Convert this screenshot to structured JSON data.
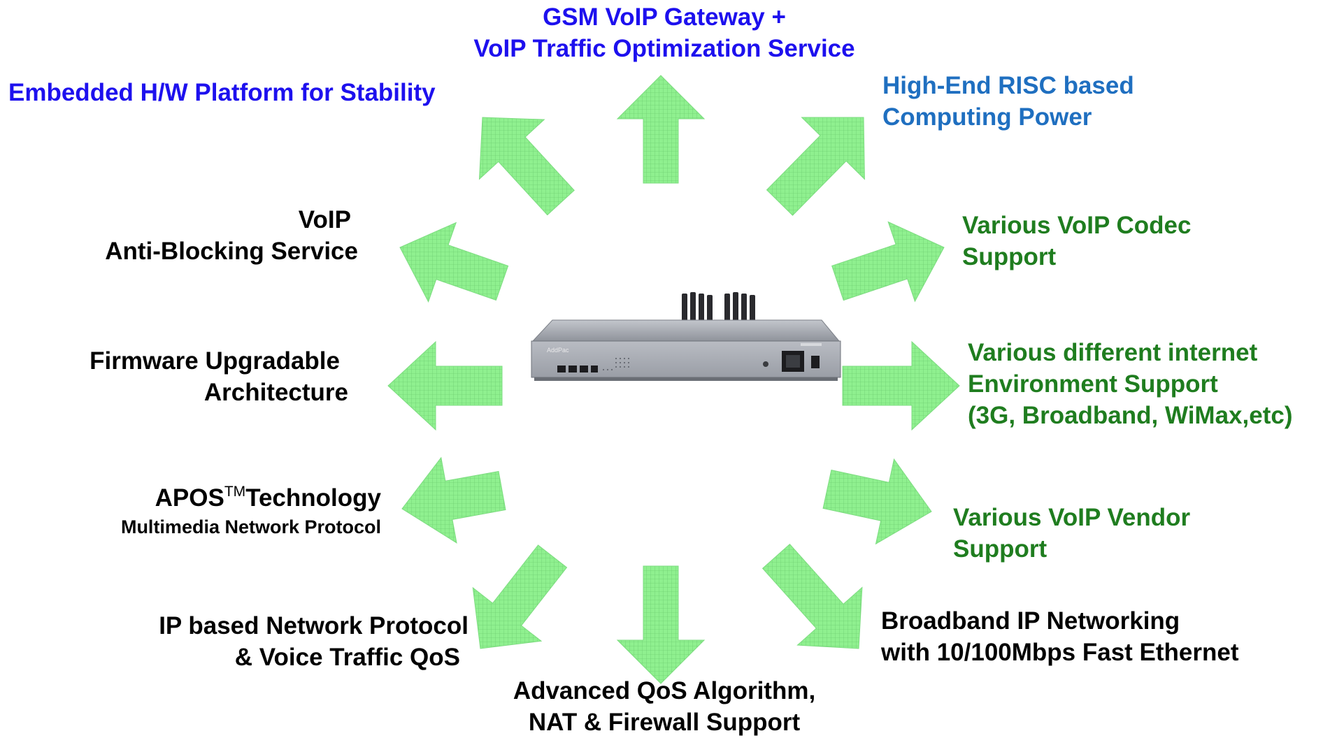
{
  "colors": {
    "arrow_fill": "#8ff08f",
    "arrow_grid": "#6fcf72",
    "blue": "#1d10ee",
    "steel_blue": "#1f6fc0",
    "green": "#1f7d1f",
    "black": "#000000",
    "device_body": "#a9adb5"
  },
  "center_image": {
    "icon": "gsm-voip-gateway-device",
    "brand_text": "AddPac"
  },
  "labels": {
    "top": {
      "line1": "GSM VoIP Gateway +",
      "line2": "VoIP Traffic Optimization Service"
    },
    "top_left": {
      "line1": "Embedded H/W Platform for Stability"
    },
    "top_right": {
      "line1": "High-End RISC based",
      "line2": "Computing Power"
    },
    "upper_left": {
      "line1": "VoIP",
      "line2": "Anti-Blocking Service"
    },
    "upper_right": {
      "line1": "Various VoIP Codec",
      "line2": "Support"
    },
    "mid_left": {
      "line1": "Firmware Upgradable",
      "line2": "Architecture"
    },
    "mid_right": {
      "line1": "Various different internet",
      "line2": "Environment Support",
      "line3": "(3G, Broadband, WiMax,etc)"
    },
    "lower_left": {
      "line1a": "APOS",
      "tm": "TM",
      "line1b": "Technology",
      "line2": "Multimedia Network Protocol"
    },
    "lower_right": {
      "line1": "Various VoIP Vendor",
      "line2": "Support"
    },
    "bottom_left": {
      "line1": "IP based Network Protocol",
      "line2": "& Voice Traffic QoS"
    },
    "bottom_right": {
      "line1": "Broadband IP Networking",
      "line2": "with 10/100Mbps Fast Ethernet"
    },
    "bottom": {
      "line1": "Advanced QoS Algorithm,",
      "line2": "NAT & Firewall Support"
    }
  }
}
